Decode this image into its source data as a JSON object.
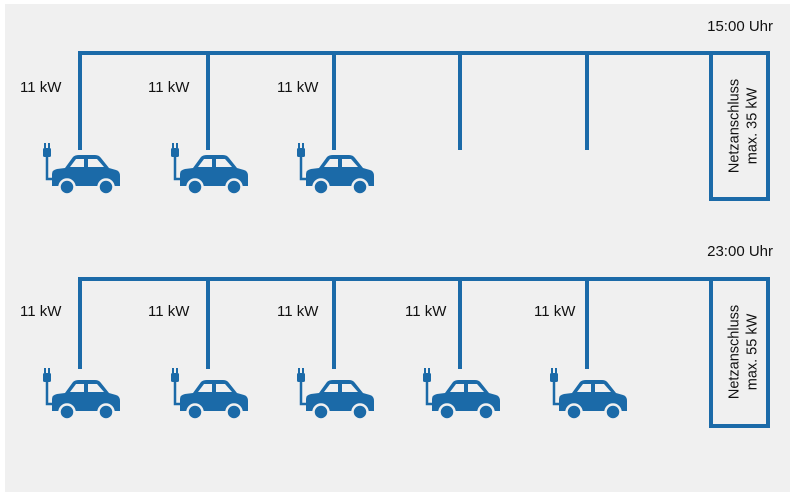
{
  "colors": {
    "line": "#1b6aa8",
    "car": "#1b6aa8",
    "background": "#f0f0f0",
    "text": "#111111"
  },
  "scenarios": [
    {
      "time": "15:00 Uhr",
      "grid_label": "Netzanschluss",
      "grid_capacity": "max. 35 kW",
      "chargers": [
        {
          "power": "11 kW",
          "car": true
        },
        {
          "power": "11 kW",
          "car": true
        },
        {
          "power": "11 kW",
          "car": true
        },
        {
          "power": "",
          "car": false
        },
        {
          "power": "",
          "car": false
        }
      ]
    },
    {
      "time": "23:00 Uhr",
      "grid_label": "Netzanschluss",
      "grid_capacity": "max. 55 kW",
      "chargers": [
        {
          "power": "11 kW",
          "car": true
        },
        {
          "power": "11 kW",
          "car": true
        },
        {
          "power": "11 kW",
          "car": true
        },
        {
          "power": "11 kW",
          "car": true
        },
        {
          "power": "11 kW",
          "car": true
        }
      ]
    }
  ]
}
